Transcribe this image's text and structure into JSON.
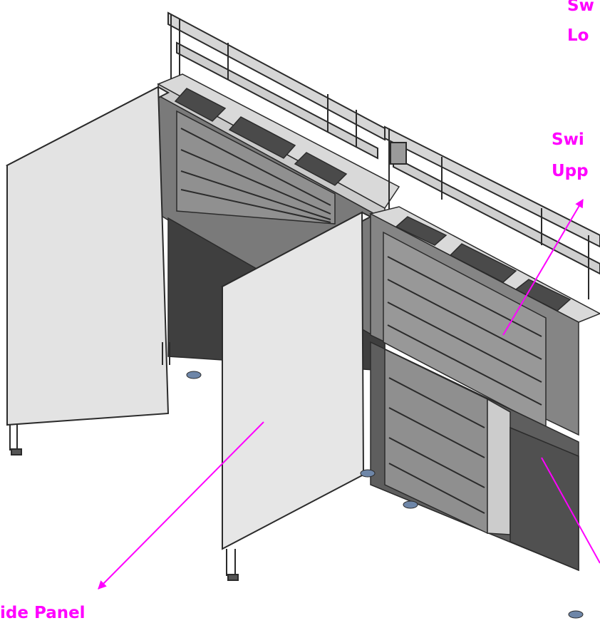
{
  "colors": {
    "annotation": "#ff00ff",
    "steel_light": "#e6e6e6",
    "steel_mid": "#b5b5b5",
    "steel_dark": "#6f6f6f",
    "outline": "#2b2b2b"
  },
  "annotations": {
    "top_right_line1": "Sw",
    "top_right_line2": "Lo",
    "mid_right_line1": "Swi",
    "mid_right_line2": "Upp",
    "bottom_left": "ide Panel"
  }
}
